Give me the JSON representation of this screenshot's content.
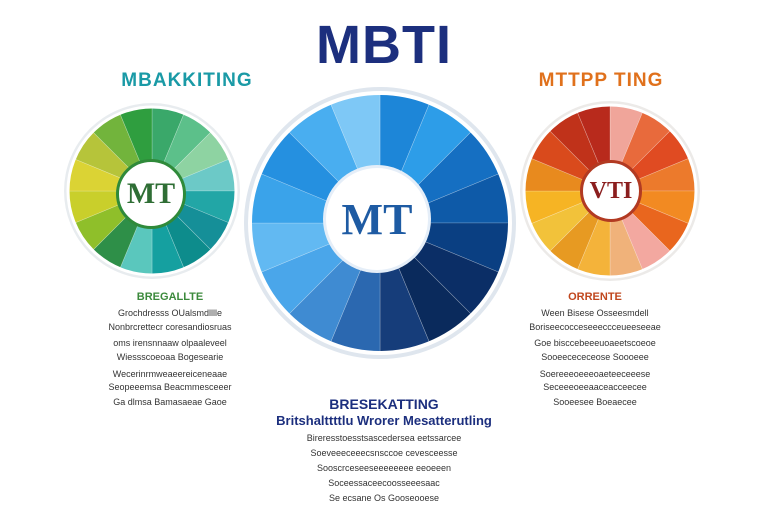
{
  "title": "MBTI",
  "left": {
    "heading": "MBAKKITING",
    "center": "MT",
    "label": "BREGALLTE",
    "lines": [
      "Grochdresss OUalsmdlllle",
      "Nonbrcrettecr coresandiosruas",
      "oms irensnnaaw olpaaleveel",
      "Wiessscoeoaa Bogesearie",
      "Wecerinrmweaeereiceneaae",
      "Seopeeemsa Beacmmesceeer",
      "Ga dlmsa Bamasaeae Gaoe"
    ]
  },
  "center": {
    "center": "MT",
    "heading": "BRESEKATTING",
    "subheading": "Britshalttttlu Wrorer Mesatterutling",
    "lines": [
      "Bireresstoesstsascedersea eetssarcee",
      "Soeveeeceeecsnsccoe cevesceesse",
      "Sooscrceseeseeeeeeee eeoeeen",
      "Soceessaceecoosseeesaac",
      "Se ecsane Os Gooseooese"
    ]
  },
  "right": {
    "heading": "MTTPP TING",
    "center": "VTI",
    "label": "ORRENTE",
    "lines": [
      "Ween Bisese Osseesmdell",
      "Boriseecocceseeeccceueeseeae",
      "Goe bisccebeeeuoaeetscoeoe",
      "Sooeecececeose Soooeee",
      "Soereeeoeeeoaeteeceeese",
      "Seceeeoeeaaceacceecee",
      "Sooeesee Boeaecee"
    ]
  },
  "colors": {
    "title": "#1c2f7e",
    "left_heading": "#1a9aa6",
    "right_heading": "#e0711c",
    "left_label": "#3c8a3c",
    "right_label": "#c0471e",
    "center_heading": "#1c2f7e"
  }
}
